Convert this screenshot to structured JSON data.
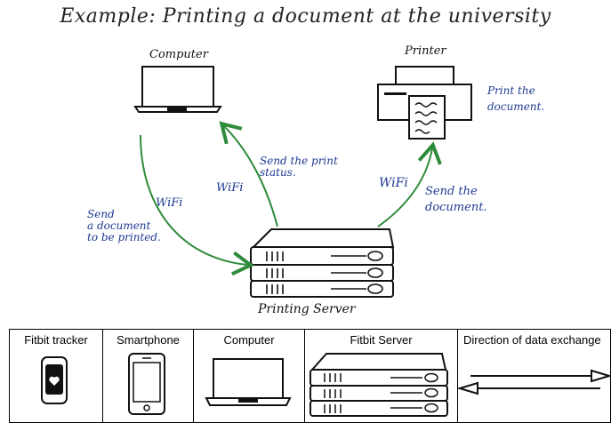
{
  "title": "Example: Printing a document at the university",
  "nodes": {
    "computer": "Computer",
    "printer": "Printer",
    "server": "Printing Server"
  },
  "annotations": {
    "send_document_to_print": [
      "Send",
      "a document",
      "to be printed."
    ],
    "wifi_left": "WiFi",
    "wifi_middle": "WiFi",
    "send_print_status": [
      "Send the print",
      "status."
    ],
    "wifi_right": "WiFi",
    "send_the_document": [
      "Send the",
      "document."
    ],
    "print_the_document": [
      "Print the",
      "document."
    ]
  },
  "colors": {
    "arrow": "#2e8b3a",
    "annotation": "#1f3a93",
    "ink": "#111111"
  },
  "legend": [
    {
      "label": "Fitbit tracker",
      "icon": "fitbit-tracker-icon"
    },
    {
      "label": "Smartphone",
      "icon": "smartphone-icon"
    },
    {
      "label": "Computer",
      "icon": "laptop-icon"
    },
    {
      "label": "Fitbit Server",
      "icon": "server-icon"
    },
    {
      "label": "Direction of data exchange",
      "icon": "double-arrow-icon"
    }
  ]
}
